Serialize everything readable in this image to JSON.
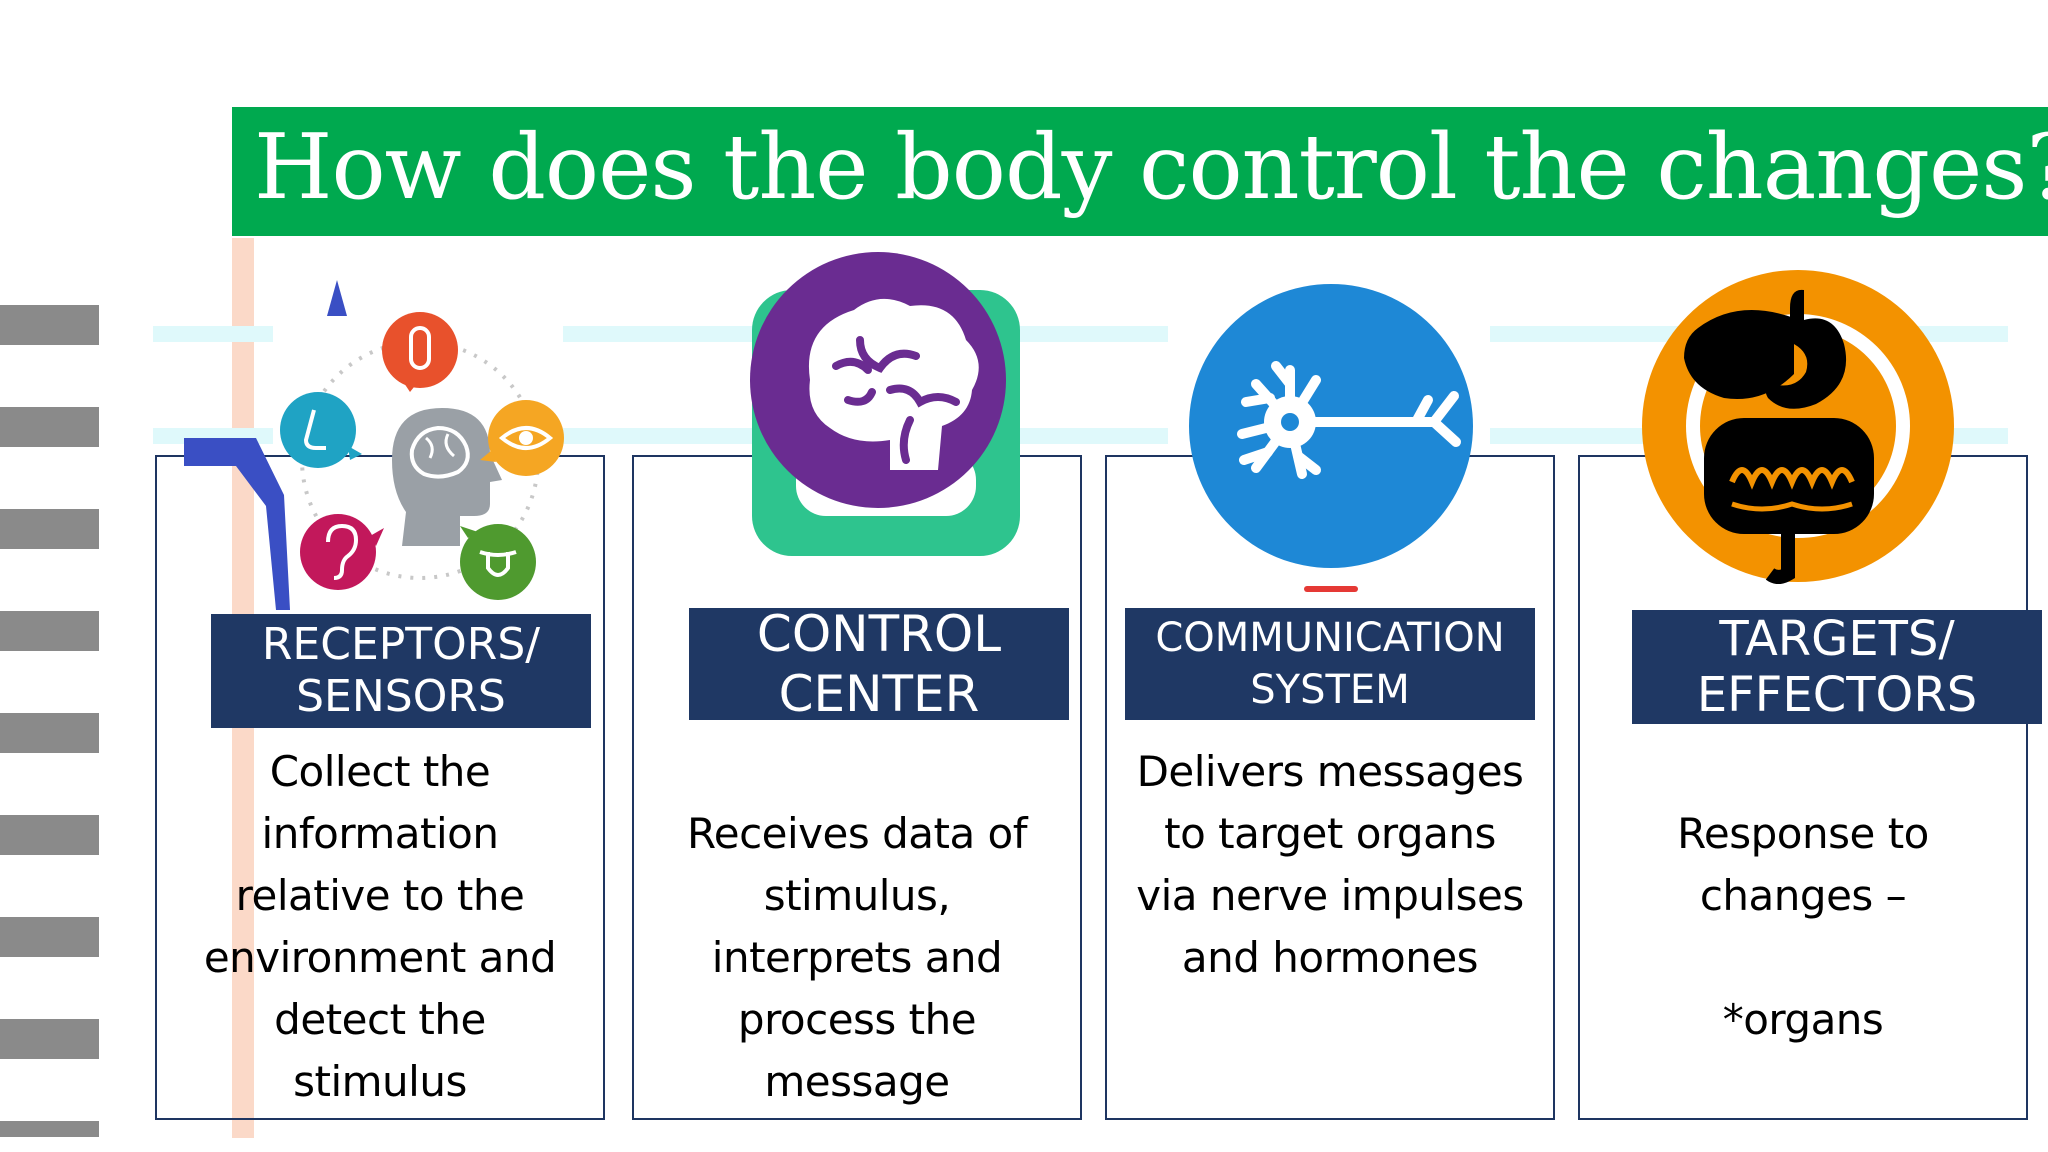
{
  "title": "How does the body control the changes?",
  "colors": {
    "banner": "#00a94f",
    "label_bg": "#1f3864",
    "brain_purple": "#6a2c91",
    "brain_green": "#2ec48e",
    "neuron_blue": "#1e88d6",
    "organs_orange": "#f39200"
  },
  "panels": [
    {
      "id": "receptors",
      "label": "RECEPTORS/\nSENSORS",
      "description": "Collect the\ninformation\nrelative to the\nenvironment and\ndetect the\nstimulus",
      "icon": "senses-head-icon"
    },
    {
      "id": "control-center",
      "label": "CONTROL\nCENTER",
      "description": "Receives data of\nstimulus,\ninterprets and\nprocess the\nmessage",
      "icon": "brain-icon"
    },
    {
      "id": "communication",
      "label": "COMMUNICATION\nSYSTEM",
      "description": "Delivers messages\nto target organs\nvia nerve impulses\nand hormones",
      "icon": "neuron-icon"
    },
    {
      "id": "targets",
      "label": "TARGETS/\nEFFECTORS",
      "description": "Response to\nchanges –\n\n*organs",
      "icon": "digestive-organs-icon"
    }
  ]
}
